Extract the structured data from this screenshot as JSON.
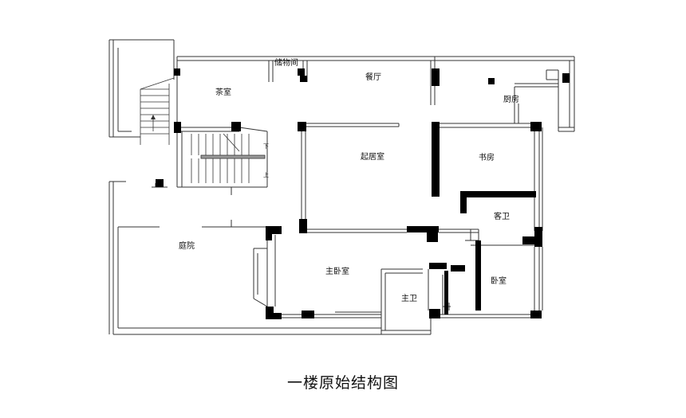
{
  "caption": "一楼原始结构图",
  "rooms": {
    "tea_room": "茶室",
    "storage": "储物间",
    "dining": "餐厅",
    "kitchen": "厨房",
    "living": "起居室",
    "study": "书房",
    "guest_bath": "客卫",
    "courtyard": "庭院",
    "master_bedroom": "主卧室",
    "master_bath": "主卫",
    "bedroom": "卧室"
  },
  "stair_labels": {
    "down": "下",
    "up": "上"
  }
}
